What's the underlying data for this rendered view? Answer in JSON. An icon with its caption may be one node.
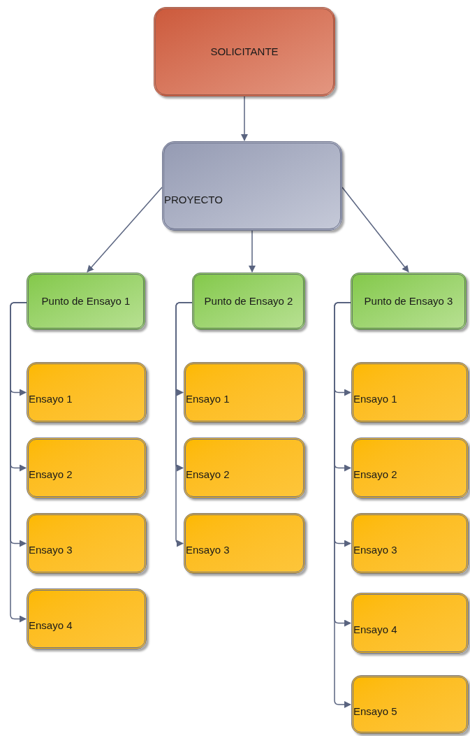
{
  "diagram": {
    "nodes": [
      {
        "text": [
          "SOLICITANTE"
        ]
      },
      {
        "text": [
          "PROYECTO"
        ]
      },
      {
        "text": [
          "Punto de Ensayo 1"
        ]
      },
      {
        "text": [
          "Punto de Ensayo 2"
        ]
      },
      {
        "text": [
          "Punto de Ensayo 3"
        ]
      },
      {
        "text": [
          "Ensayo 1"
        ]
      },
      {
        "text": [
          "Ensayo 2"
        ]
      },
      {
        "text": [
          "Ensayo 3"
        ]
      },
      {
        "text": [
          "Ensayo 4"
        ]
      },
      {
        "text": [
          "Ensayo 1"
        ]
      },
      {
        "text": [
          "Ensayo 2"
        ]
      },
      {
        "text": [
          "Ensayo 3"
        ]
      },
      {
        "text": [
          "Ensayo 1"
        ]
      },
      {
        "text": [
          "Ensayo 2"
        ]
      },
      {
        "text": [
          "Ensayo 3"
        ]
      },
      {
        "text": [
          "Ensayo 4"
        ]
      },
      {
        "text": [
          "Ensayo 5"
        ]
      }
    ],
    "edges": [
      {
        "from": 0,
        "to": 1,
        "arrow": "to"
      },
      {
        "from": 1,
        "to": 2,
        "arrow": "to"
      },
      {
        "from": 1,
        "to": 3,
        "arrow": "to"
      },
      {
        "from": 1,
        "to": 4,
        "arrow": "to"
      },
      {
        "from": 2,
        "to": 5,
        "arrow": "to"
      },
      {
        "from": 2,
        "to": 6,
        "arrow": "to"
      },
      {
        "from": 2,
        "to": 7,
        "arrow": "to"
      },
      {
        "from": 2,
        "to": 8,
        "arrow": "to"
      },
      {
        "from": 3,
        "to": 9,
        "arrow": "to"
      },
      {
        "from": 3,
        "to": 10,
        "arrow": "to"
      },
      {
        "from": 3,
        "to": 11,
        "arrow": "to"
      },
      {
        "from": 4,
        "to": 12,
        "arrow": "to"
      },
      {
        "from": 4,
        "to": 13,
        "arrow": "to"
      },
      {
        "from": 4,
        "to": 14,
        "arrow": "to"
      },
      {
        "from": 4,
        "to": 15,
        "arrow": "to"
      },
      {
        "from": 4,
        "to": 16,
        "arrow": "to"
      }
    ]
  }
}
